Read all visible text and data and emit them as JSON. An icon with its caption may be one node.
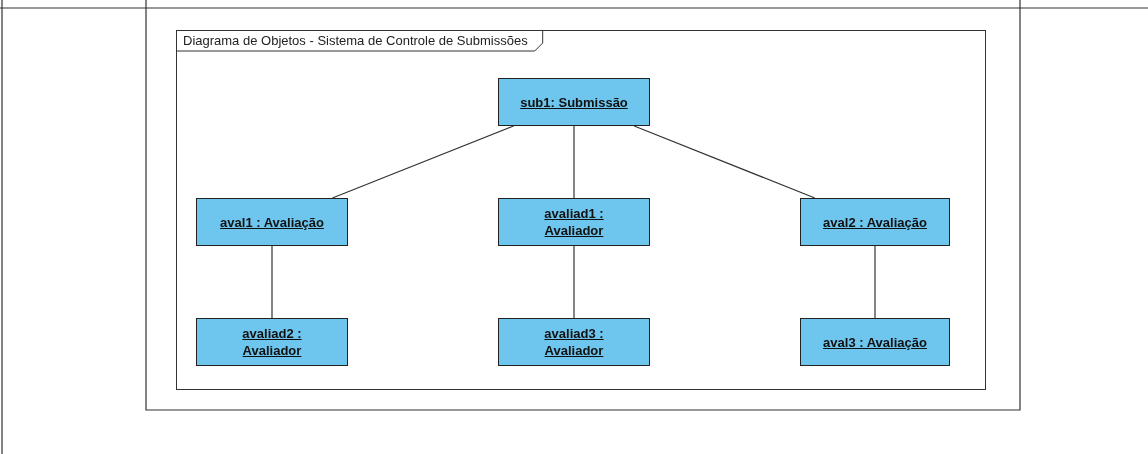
{
  "diagram": {
    "nodes": [
      {
        "text": [
          "Diagrama de Objetos - Sistema de Controle de Submissões"
        ]
      },
      {
        "text": [
          "sub1: Submissão"
        ],
        "in": 0
      },
      {
        "text": [
          "aval1 : Avaliação"
        ],
        "in": 0
      },
      {
        "text": [
          "avaliad1 : Avaliador"
        ],
        "in": 0
      },
      {
        "text": [
          "aval2 : Avaliação"
        ],
        "in": 0
      },
      {
        "text": [
          "avaliad2 : Avaliador"
        ],
        "in": 0
      },
      {
        "text": [
          "avaliad3 : Avaliador"
        ],
        "in": 0
      },
      {
        "text": [
          "aval3 : Avaliação"
        ],
        "in": 0
      }
    ],
    "edges": [
      {
        "from": 1,
        "to": 2,
        "arrow": "none"
      },
      {
        "from": 1,
        "to": 3,
        "arrow": "none"
      },
      {
        "from": 1,
        "to": 4,
        "arrow": "none"
      },
      {
        "from": 2,
        "to": 5,
        "arrow": "none"
      },
      {
        "from": 3,
        "to": 6,
        "arrow": "none"
      },
      {
        "from": 4,
        "to": 7,
        "arrow": "none"
      }
    ]
  }
}
